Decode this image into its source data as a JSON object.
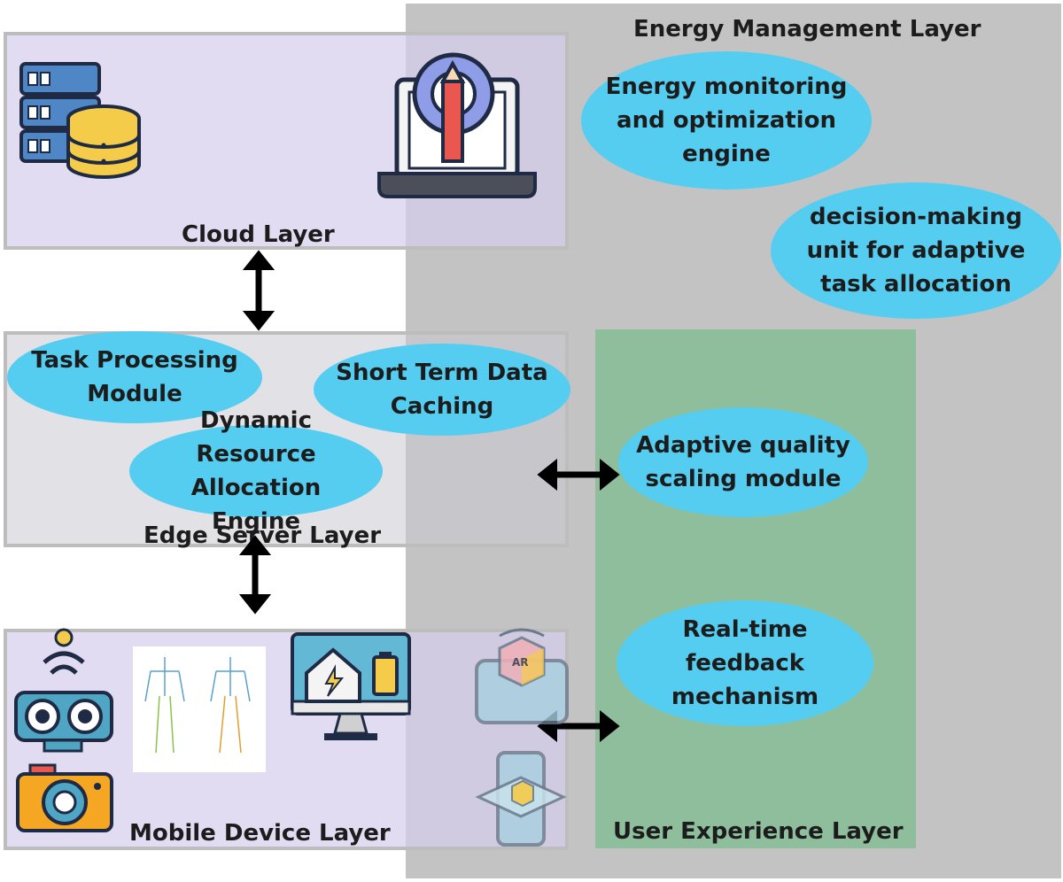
{
  "layers": {
    "energy": "Energy Management Layer",
    "cloud": "Cloud Layer",
    "edge": "Edge Server Layer",
    "mobile": "Mobile Device Layer",
    "ux": "User Experience Layer"
  },
  "modules": {
    "energy_monitoring": "Energy monitoring and optimization engine",
    "decision_unit": "decision-making unit for adaptive task allocation",
    "task_processing": "Task Processing Module",
    "short_term_caching": "Short Term Data Caching",
    "dynamic_resource": "Dynamic Resource Allocation Engine",
    "adaptive_quality": "Adaptive quality scaling module",
    "realtime_feedback": "Real-time feedback mechanism"
  },
  "icons": {
    "cloud": [
      "server-database-icon",
      "laptop-settings-icon"
    ],
    "mobile": [
      "sensor-icon",
      "pose-skeleton-image",
      "smart-home-monitor-icon",
      "camera-icon",
      "ar-phone-icon",
      "ar-cube-phone-icon"
    ]
  },
  "colors": {
    "ellipse": "#55cdf1",
    "energy_panel": "#c3c3c3",
    "ux_panel": "#8fbe9d",
    "layer_panel": "#d6ceeb"
  }
}
